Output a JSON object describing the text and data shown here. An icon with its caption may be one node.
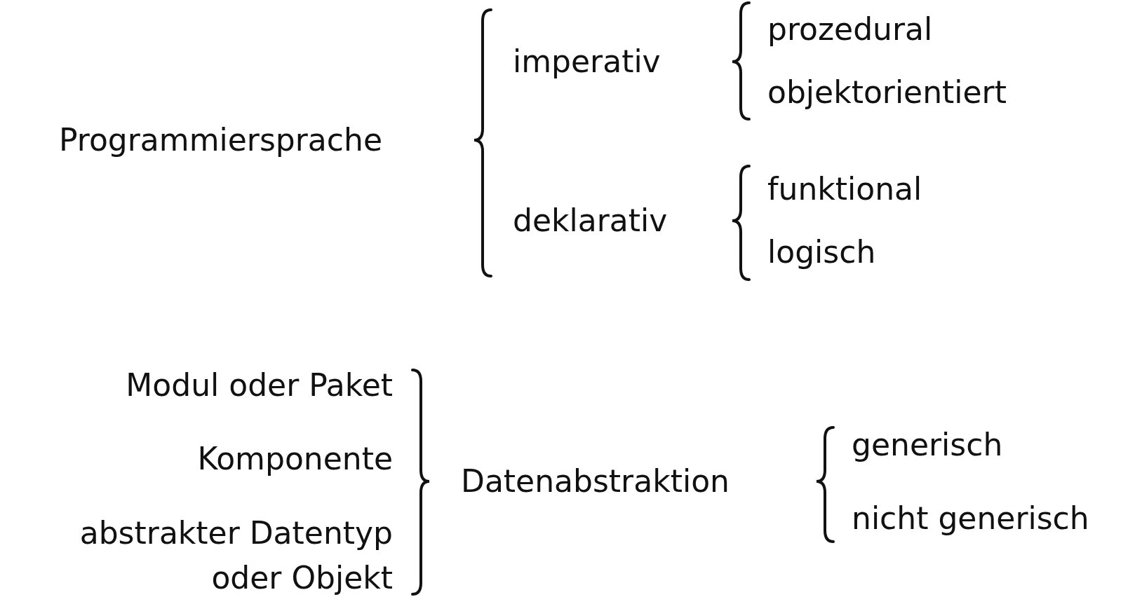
{
  "diagram": {
    "labels": [
      "Programmiersprache",
      "imperativ",
      "prozedural",
      "objektorientiert",
      "deklarativ",
      "funktional",
      "logisch",
      "Modul oder Paket",
      "Komponente",
      "abstrakter Datentyp oder Objekt",
      "Datenabstraktion",
      "generisch",
      "nicht generisch"
    ]
  }
}
